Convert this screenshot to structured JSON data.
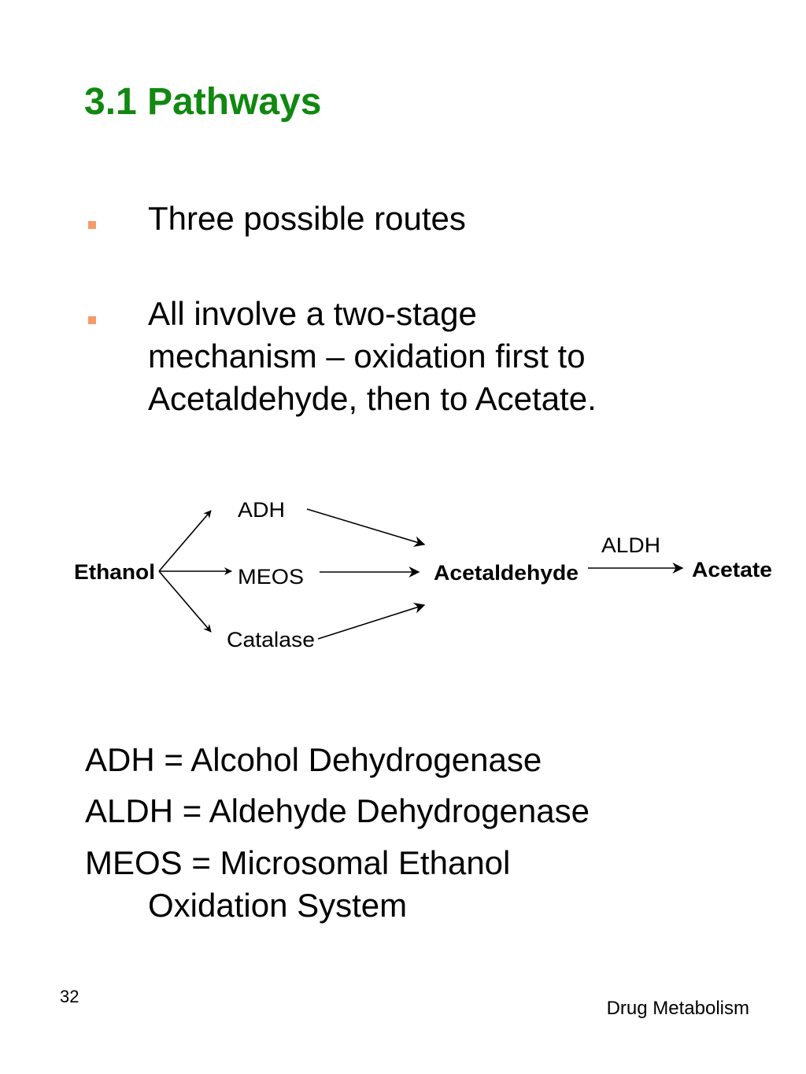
{
  "slide": {
    "title": "3.1 Pathways",
    "bullets": [
      {
        "lines": [
          "Three possible routes"
        ]
      },
      {
        "lines": [
          "All involve a two-stage",
          "mechanism – oxidation first to",
          "Acetaldehyde, then to Acetate."
        ]
      }
    ],
    "accent_color": "#118811",
    "bullet_color": "#f79b6a"
  },
  "diagram": {
    "nodes": {
      "ethanol": "Ethanol",
      "adh": "ADH",
      "meos": "MEOS",
      "catalase": "Catalase",
      "acetaldehyde": "Acetaldehyde",
      "aldh": "ALDH",
      "acetate": "Acetate"
    }
  },
  "definitions": [
    {
      "line": "ADH = Alcohol Dehydrogenase"
    },
    {
      "line": "ALDH = Aldehyde Dehydrogenase"
    },
    {
      "line": "MEOS = Microsomal Ethanol",
      "continuation": "Oxidation System"
    }
  ],
  "footer": {
    "page_number": "32",
    "label": "Drug Metabolism"
  }
}
